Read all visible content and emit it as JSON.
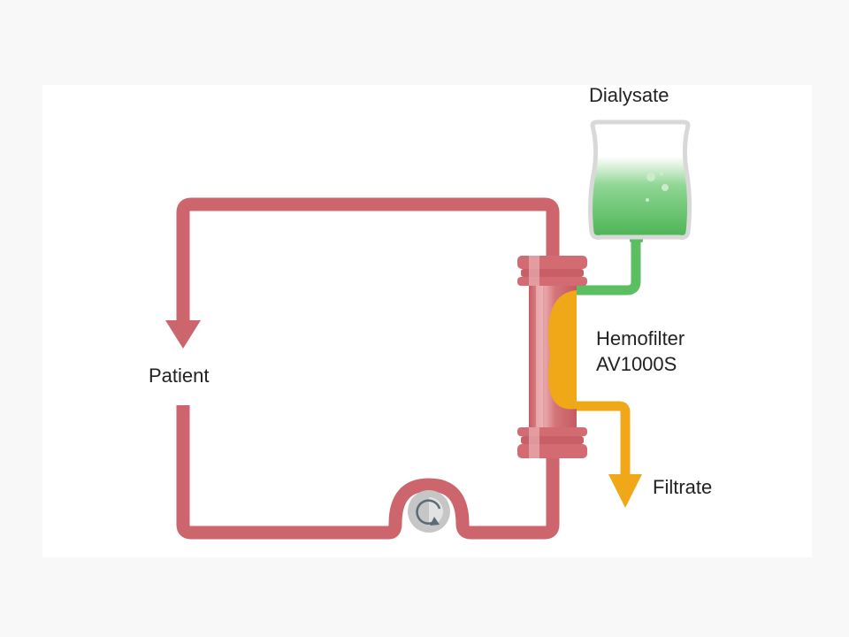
{
  "labels": {
    "dialysate": "Dialysate",
    "patient": "Patient",
    "hemofilter_line1": "Hemofilter",
    "hemofilter_line2": "AV1000S",
    "filtrate": "Filtrate"
  },
  "colors": {
    "blood": "#cd666c",
    "blood_light": "#e39a9d",
    "dialysate": "#5bbf62",
    "dialysate_light": "#c9ecc9",
    "filtrate": "#f0a818",
    "pump_body": "#c6c6c6",
    "pump_arrow": "#5a6a78",
    "bag_outline": "#d8d8d8"
  },
  "icons": {
    "pump": "rotary-pump-icon",
    "flow_arrow_patient": "arrow-down-icon",
    "flow_arrow_filtrate": "arrow-down-icon"
  }
}
